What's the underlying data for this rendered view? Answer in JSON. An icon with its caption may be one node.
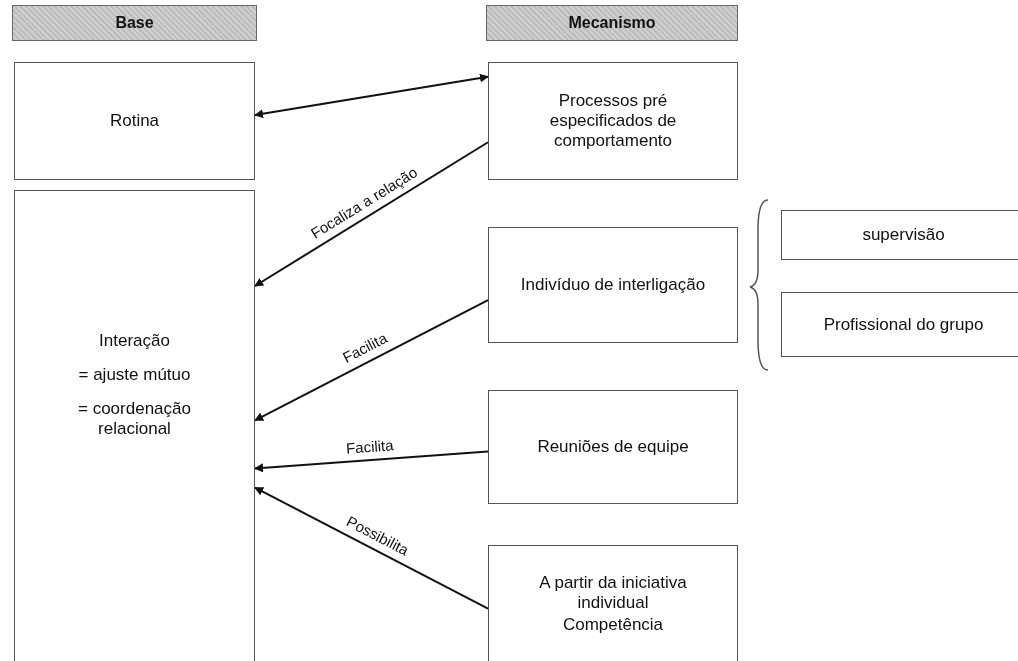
{
  "diagram": {
    "nodes": [
      {
        "text": [
          "Base"
        ]
      },
      {
        "text": [
          "Mecanismo"
        ]
      },
      {
        "text": [
          "Rotina"
        ]
      },
      {
        "text": [
          "Interação",
          "= ajuste mútuo",
          "= coordenação relacional"
        ]
      },
      {
        "text": [
          "Processos pré especificados de comportamento"
        ]
      },
      {
        "text": [
          "Indivíduo de interligação"
        ]
      },
      {
        "text": [
          "Reuniões de equipe"
        ]
      },
      {
        "text": [
          "A partir da iniciativa individual",
          "Competência"
        ]
      },
      {
        "text": [
          "supervisão"
        ]
      },
      {
        "text": [
          "Profissional do grupo"
        ]
      }
    ],
    "edges": [
      {
        "from": 2,
        "to": 4,
        "arrow": "both"
      },
      {
        "from": 4,
        "to": 3,
        "arrow": "to",
        "label": "Focaliza a relação"
      },
      {
        "from": 5,
        "to": 3,
        "arrow": "to",
        "label": "Facilita"
      },
      {
        "from": 6,
        "to": 3,
        "arrow": "to",
        "label": "Facilita"
      },
      {
        "from": 7,
        "to": 3,
        "arrow": "to",
        "label": "Possibilita"
      }
    ]
  }
}
